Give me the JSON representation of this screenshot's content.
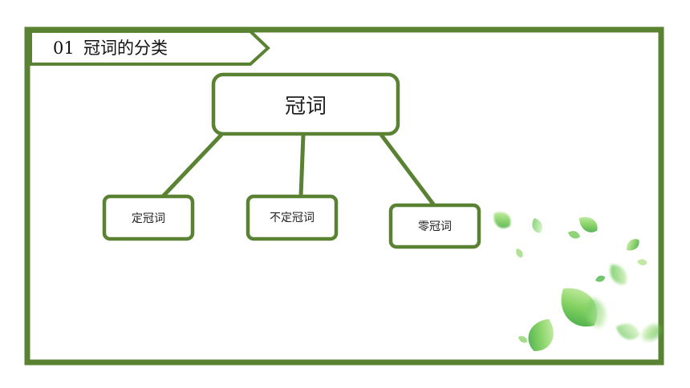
{
  "header": {
    "number": "01",
    "title": "冠词的分类"
  },
  "diagram": {
    "root": "冠词",
    "children": [
      "定冠词",
      "不定冠词",
      "零冠词"
    ]
  },
  "colors": {
    "frame_green": "#5a8233",
    "leaf_light": "#a8e07a",
    "leaf_dark": "#3fae3a"
  }
}
